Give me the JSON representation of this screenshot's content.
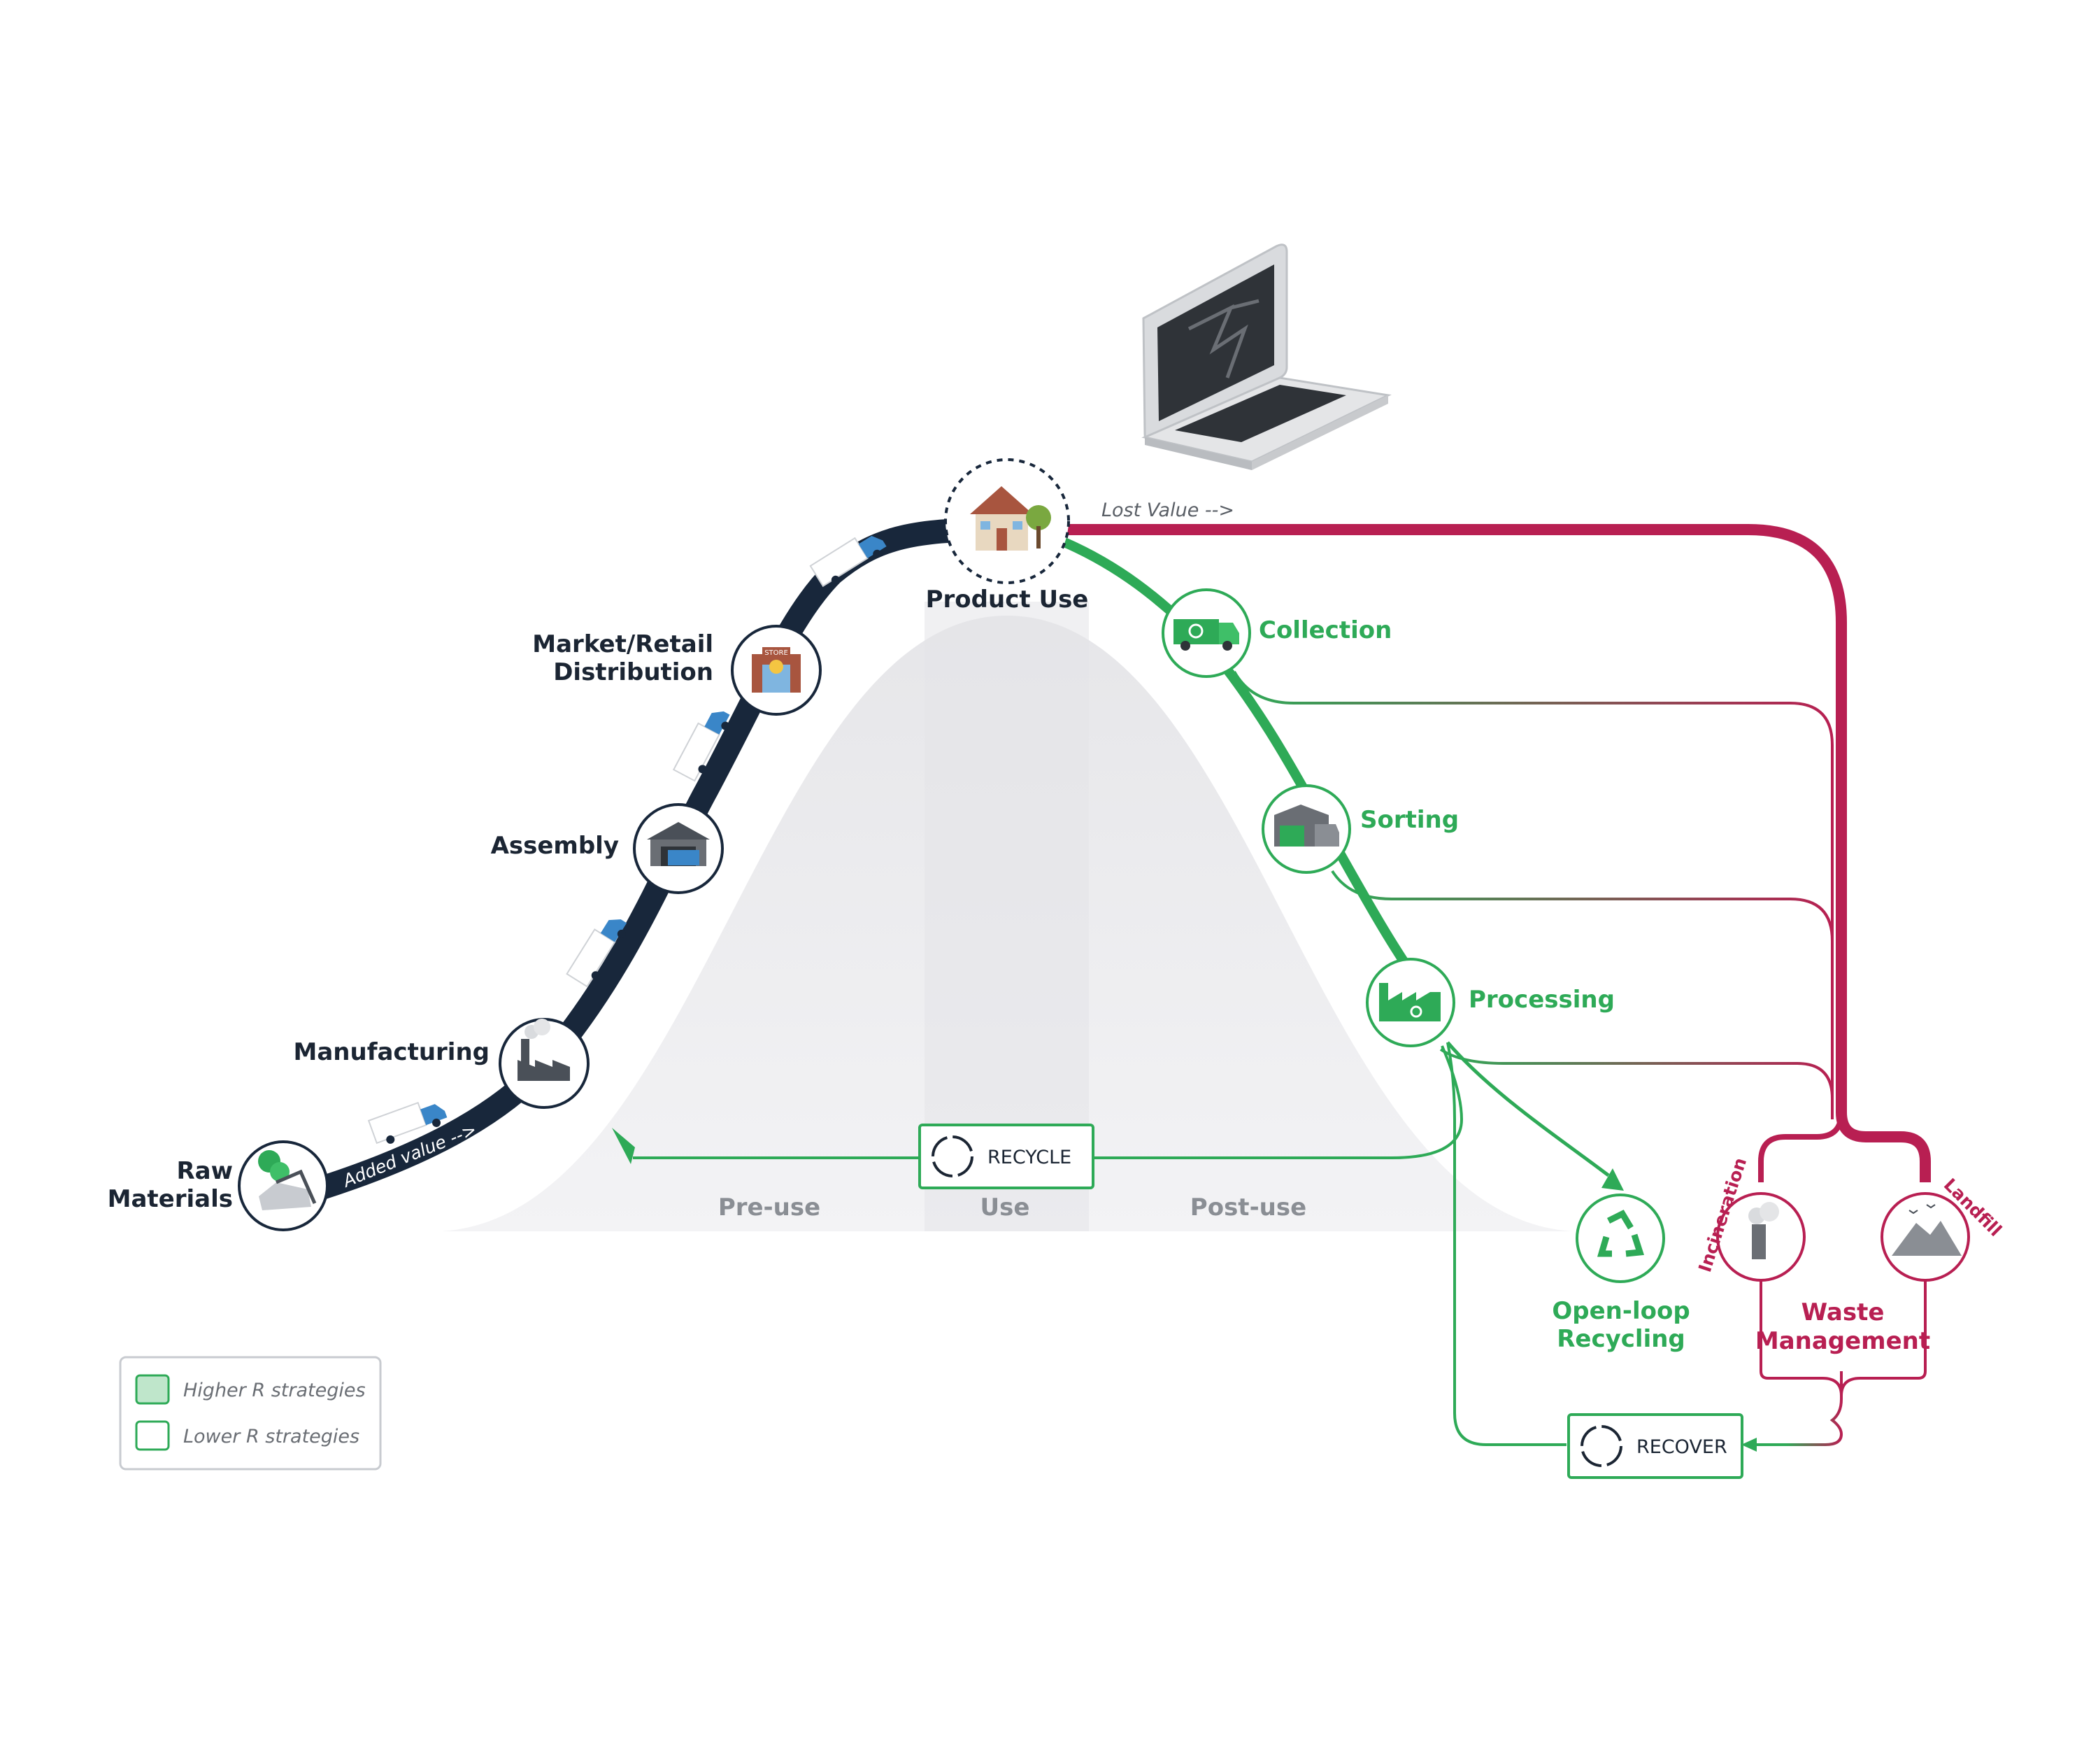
{
  "stages": {
    "raw_materials": [
      "Raw",
      "Materials"
    ],
    "manufacturing": "Manufacturing",
    "assembly": "Assembly",
    "market_retail": [
      "Market/Retail",
      "Distribution"
    ],
    "product_use": "Product Use",
    "collection": "Collection",
    "sorting": "Sorting",
    "processing": "Processing",
    "open_loop": [
      "Open-loop",
      "Recycling"
    ],
    "waste_management": [
      "Waste",
      "Management"
    ],
    "incineration": "Incineration",
    "landfill": "Landfill"
  },
  "flow_labels": {
    "added_value": "Added value -->",
    "lost_value": "Lost Value -->"
  },
  "phases": {
    "pre_use": "Pre-use",
    "use": "Use",
    "post_use": "Post-use"
  },
  "boxes": {
    "recycle": "RECYCLE",
    "recover": "RECOVER"
  },
  "store_sign": "STORE",
  "legend": {
    "higher": "Higher R strategies",
    "lower": "Lower R strategies"
  },
  "colors": {
    "dark_path": "#18273b",
    "green_path": "#2eaa57",
    "red_path": "#b81f52",
    "bell_curve": "#ececee"
  },
  "icons": [
    "raw-materials-icon",
    "factory-icon",
    "warehouse-icon",
    "store-icon",
    "house-icon",
    "garbage-truck-icon",
    "sorting-facility-icon",
    "recycling-plant-icon",
    "recycle-arrows-icon",
    "incinerator-icon",
    "landfill-icon",
    "truck-icon",
    "laptop-icon",
    "cycle-icon"
  ]
}
